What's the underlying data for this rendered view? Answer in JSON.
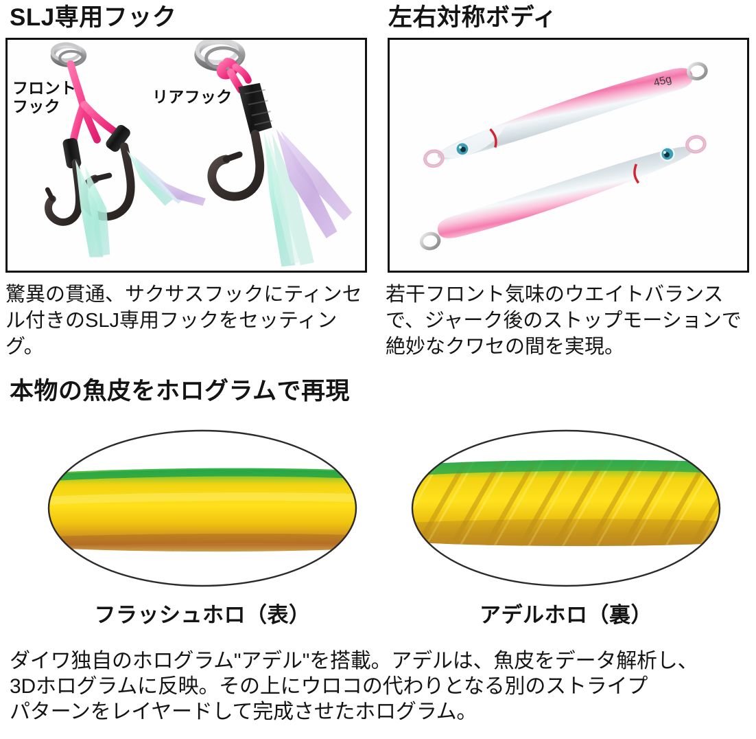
{
  "sections": {
    "hook": {
      "heading": "SLJ専用フック",
      "labels": {
        "front": "フロント\nフック",
        "rear": "リアフック"
      },
      "caption": "驚異の貫通、サクサスフックにティンセル付きのSLJ専用フックをセッティング。",
      "photo": {
        "alt_name": "slj-assist-hook-photo",
        "colors": {
          "cord": "#f7448e",
          "shrink_tube": "#1c1c1c",
          "hook_metal": "#4a4140",
          "split_ring": "#b9b9bb",
          "tinsel_mint": "#b6ecdd",
          "tinsel_purple": "#c9aee0"
        }
      }
    },
    "body": {
      "heading": "左右対称ボディ",
      "caption": "若干フロント気味のウエイトバランスで、ジャーク後のストップモーションで絶妙なクワセの間を実現。",
      "photo": {
        "alt_name": "symmetric-jig-body-photo",
        "weight_marking": "45g",
        "colors": {
          "pink": "#f79ac3",
          "silver": "#dfe4e6",
          "white": "#fdfdfd",
          "gill_red": "#d4232e",
          "eye_blue": "#3b9fb5",
          "ring_metal": "#c8c8ca"
        }
      }
    },
    "holo": {
      "heading": "本物の魚皮をホログラムで再現",
      "figures": [
        {
          "name": "flash-holo",
          "label": "フラッシュホロ（表）",
          "has_stripes": false,
          "colors": {
            "green_top": "#1faa4a",
            "gold": "#f5d40a",
            "deep_gold": "#d39b16",
            "bronze": "#b5762a",
            "outline": "#2b2b2b"
          }
        },
        {
          "name": "adel-holo",
          "label": "アデルホロ（裏）",
          "has_stripes": true,
          "colors": {
            "green_top": "#2fb24e",
            "gold": "#f3d40d",
            "deep_gold": "#d2a215",
            "bronze": "#bb8624",
            "stripe": "#c9a318",
            "outline": "#2b2b2b"
          }
        }
      ],
      "paragraph": "ダイワ独自のホログラム\"アデル\"を搭載。アデルは、魚皮をデータ解析し、\n3Dホログラムに反映。その上にウロコの代わりとなる別のストライプ\nパターンをレイヤードして完成させたホログラム。"
    }
  },
  "theme": {
    "background": "#ffffff",
    "text": "#141414",
    "frame_border": "#111111"
  }
}
